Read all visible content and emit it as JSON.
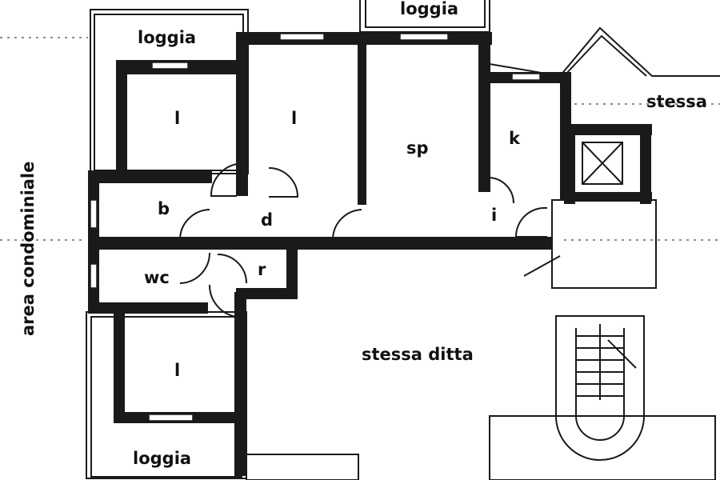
{
  "plan": {
    "labels": {
      "loggia_top_left": "loggia",
      "loggia_top_center": "loggia",
      "loggia_bottom": "loggia",
      "room_l_left": "l",
      "room_l_center": "l",
      "room_l_bottom": "l",
      "room_sp": "sp",
      "room_k": "k",
      "room_b": "b",
      "room_d": "d",
      "room_i": "i",
      "room_wc": "wc",
      "room_r": "r",
      "stessa_right": "stessa",
      "stessa_ditta": "stessa ditta",
      "area_condominiale": "area condominiale"
    }
  }
}
